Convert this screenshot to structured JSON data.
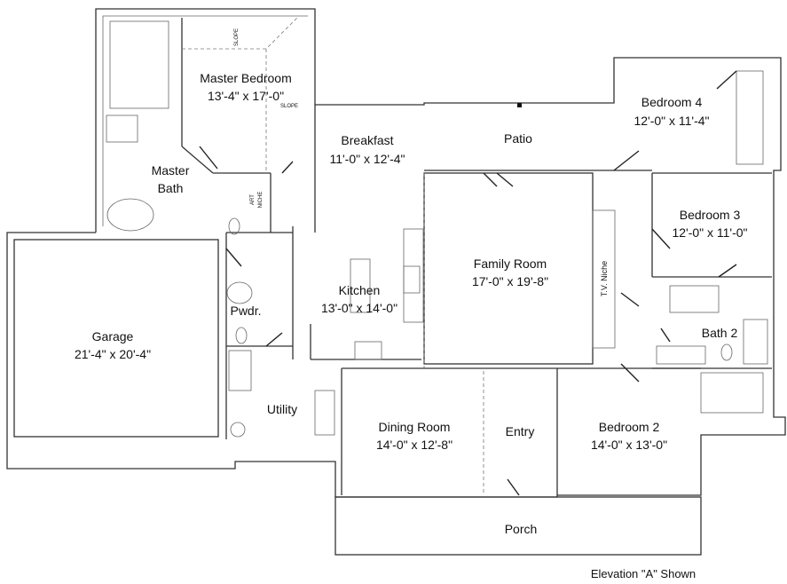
{
  "rooms": {
    "master_bedroom": {
      "name": "Master Bedroom",
      "size": "13'-4\" x 17'-0\""
    },
    "master_bath": {
      "name": "Master",
      "name2": "Bath"
    },
    "breakfast": {
      "name": "Breakfast",
      "size": "11'-0\" x 12'-4\""
    },
    "patio": {
      "name": "Patio"
    },
    "bedroom4": {
      "name": "Bedroom 4",
      "size": "12'-0\" x 11'-4\""
    },
    "bedroom3": {
      "name": "Bedroom 3",
      "size": "12'-0\" x 11'-0\""
    },
    "family_room": {
      "name": "Family Room",
      "size": "17'-0\" x 19'-8\""
    },
    "kitchen": {
      "name": "Kitchen",
      "size": "13'-0\" x 14'-0\""
    },
    "powder": {
      "name": "Pwdr."
    },
    "bath2": {
      "name": "Bath 2"
    },
    "garage": {
      "name": "Garage",
      "size": "21'-4\" x 20'-4\""
    },
    "utility": {
      "name": "Utility"
    },
    "dining_room": {
      "name": "Dining Room",
      "size": "14'-0\" x 12'-8\""
    },
    "entry": {
      "name": "Entry"
    },
    "bedroom2": {
      "name": "Bedroom 2",
      "size": "14'-0\" x 13'-0\""
    },
    "porch": {
      "name": "Porch"
    }
  },
  "annotations": {
    "tv_niche": "T.V. Niche",
    "art": "ART",
    "niche": "NICHE",
    "slope": "SLOPE"
  },
  "caption": "Elevation \"A\" Shown"
}
